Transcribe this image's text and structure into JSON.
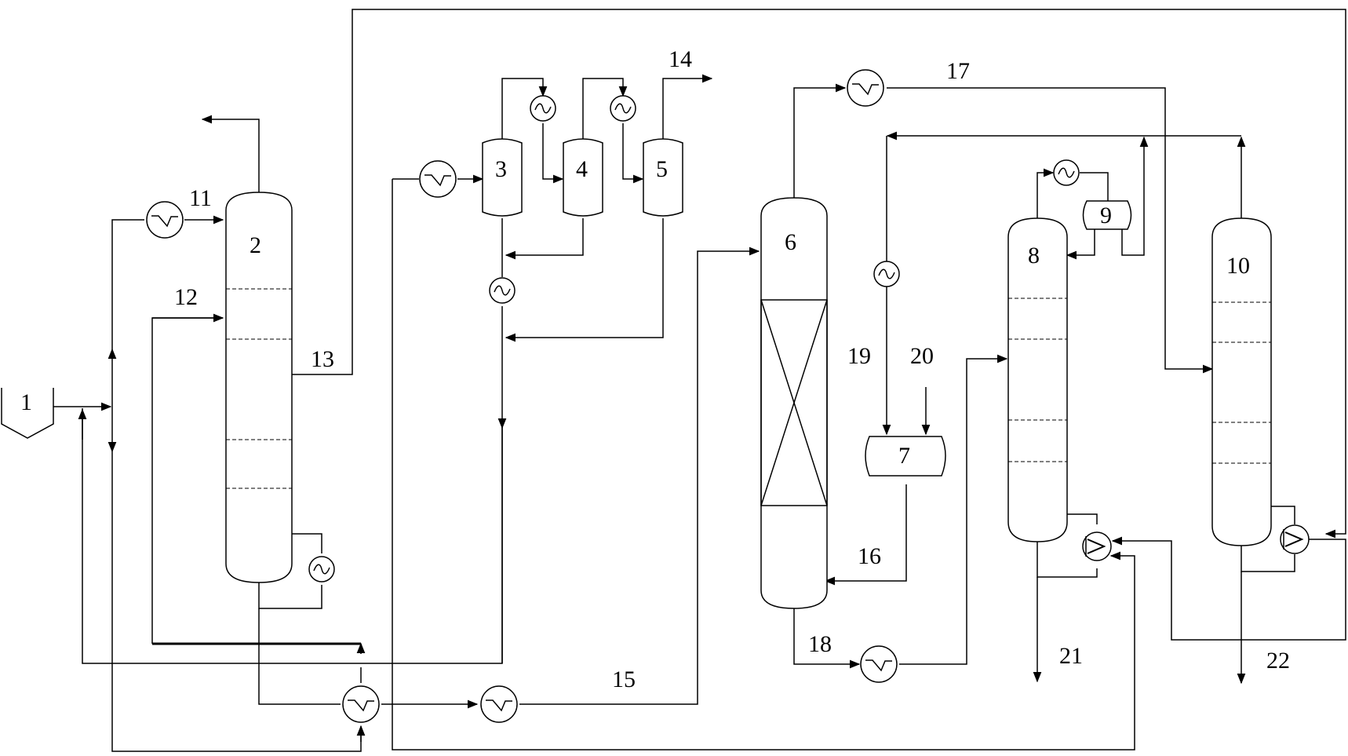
{
  "diagram": {
    "colors": {
      "line": "#000000",
      "background": "#ffffff"
    },
    "equipment_labels": {
      "feed_tank": "1",
      "column_2": "2",
      "flash_3": "3",
      "flash_4": "4",
      "flash_5": "5",
      "reactor_6": "6",
      "mixer_7": "7",
      "column_8": "8",
      "drum_9": "9",
      "column_10": "10"
    },
    "stream_labels": {
      "s11": "11",
      "s12": "12",
      "s13": "13",
      "s14": "14",
      "s15": "15",
      "s16": "16",
      "s17": "17",
      "s18": "18",
      "s19": "19",
      "s20": "20",
      "s21": "21",
      "s22": "22"
    },
    "icons": {
      "heat_exchanger": "heat-exchanger-icon",
      "reboiler": "reboiler-icon",
      "arrow": "flow-arrow-icon"
    }
  }
}
